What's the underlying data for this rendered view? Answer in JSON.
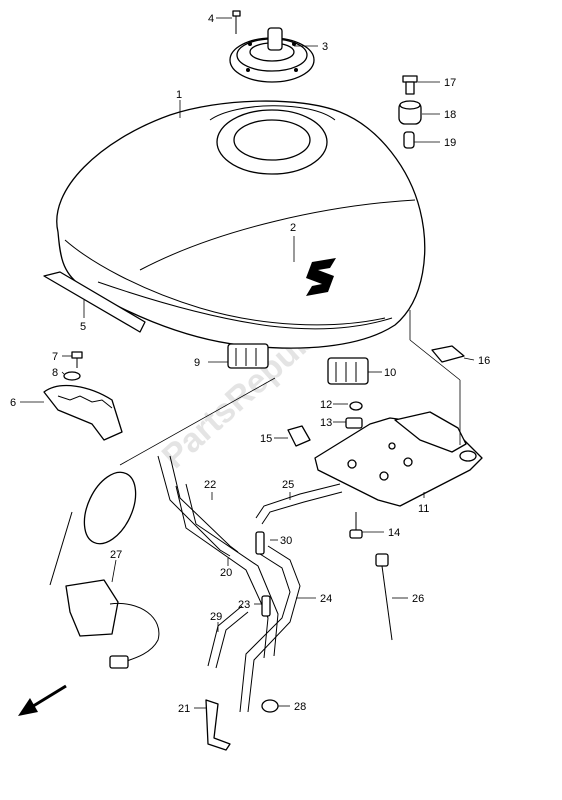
{
  "watermark": {
    "text": "PartsRepublik",
    "color": "#bfbfbf"
  },
  "callouts": [
    {
      "id": "1",
      "label": "1"
    },
    {
      "id": "2",
      "label": "2"
    },
    {
      "id": "3",
      "label": "3"
    },
    {
      "id": "4",
      "label": "4"
    },
    {
      "id": "5",
      "label": "5"
    },
    {
      "id": "6",
      "label": "6"
    },
    {
      "id": "7",
      "label": "7"
    },
    {
      "id": "8",
      "label": "8"
    },
    {
      "id": "9",
      "label": "9"
    },
    {
      "id": "10",
      "label": "10"
    },
    {
      "id": "11",
      "label": "11"
    },
    {
      "id": "12",
      "label": "12"
    },
    {
      "id": "13",
      "label": "13"
    },
    {
      "id": "14",
      "label": "14"
    },
    {
      "id": "15",
      "label": "15"
    },
    {
      "id": "16",
      "label": "16"
    },
    {
      "id": "17",
      "label": "17"
    },
    {
      "id": "18",
      "label": "18"
    },
    {
      "id": "19",
      "label": "19"
    },
    {
      "id": "20",
      "label": "20"
    },
    {
      "id": "21",
      "label": "21"
    },
    {
      "id": "22",
      "label": "22"
    },
    {
      "id": "23",
      "label": "23"
    },
    {
      "id": "24",
      "label": "24"
    },
    {
      "id": "25",
      "label": "25"
    },
    {
      "id": "26",
      "label": "26"
    },
    {
      "id": "27",
      "label": "27"
    },
    {
      "id": "28",
      "label": "28"
    },
    {
      "id": "29",
      "label": "29"
    },
    {
      "id": "30",
      "label": "30"
    }
  ],
  "icons": {
    "direction_arrow": "front-direction-arrow-icon"
  }
}
